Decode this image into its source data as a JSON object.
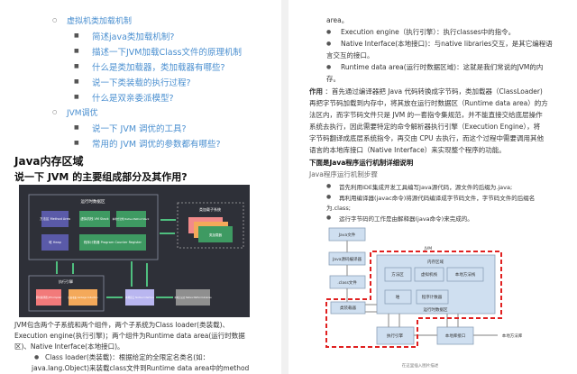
{
  "left": {
    "outline": [
      {
        "label": "虚拟机类加载机制",
        "level": 2
      },
      {
        "label": "简述java类加载机制?",
        "level": 3
      },
      {
        "label": "描述一下JVM加载Class文件的原理机制",
        "level": 3
      },
      {
        "label": "什么是类加载器，类加载器有哪些?",
        "level": 3
      },
      {
        "label": "说一下类装载的执行过程?",
        "level": 3
      },
      {
        "label": "什么是双亲委派模型?",
        "level": 3
      },
      {
        "label": "JVM调优",
        "level": 2
      },
      {
        "label": "说一下 JVM 调优的工具?",
        "level": 3
      },
      {
        "label": "常用的 JVM 调优的参数都有哪些?",
        "level": 3
      }
    ],
    "heading": "Java内存区域",
    "subheading": "说一下 JVM 的主要组成部分及其作用?",
    "diagram": {
      "runtime": "运行时数据区",
      "method": "方法区 Method Area",
      "vmstack": "虚拟机栈 VM Stack",
      "nstack": "本地方法栈 Native Method Stack",
      "heap": "堆 Heap",
      "pc": "程序计数器 Program Counter Register",
      "loader_sub": "类加载子系统",
      "loader": "类加载器",
      "engine": "执行引擎",
      "jit": "即时编译器 JITCompiler",
      "gc": "垃圾收集 Garbage Collection",
      "ni": "本地接口 Native Interface",
      "nl": "本地方法库 Native Method Libraries"
    },
    "para": [
      "JVM包含两个子系统和两个组件，两个子系统为Class loader(类装载)、",
      "Execution engine(执行引擎)；两个组件为Runtime data area(运行时数据",
      "区)、Native Interface(本地接口)。"
    ],
    "bullet1": "Class loader(类装载)：根据给定的全限定名类名(如：",
    "bullet1b": "java.lang.Object)来装载class文件到Runtime data area中的method"
  },
  "right": {
    "cont": "area。",
    "bullets": [
      [
        "Execution engine（执行引擎）：执行classes中的指令。"
      ],
      [
        "Native Interface(本地接口)：与native libraries交互，是其它编程语",
        "言交互的接口。"
      ],
      [
        "Runtime data area(运行时数据区域)：这就是我们常说的JVM的内",
        "存。"
      ]
    ],
    "role_label": "作用",
    "role": [
      " ：首先通过编译器把 Java 代码转换成字节码，类加载器（ClassLoader)",
      "再把字节码加载到内存中，将其放在运行时数据区（Runtime data area）的方",
      "法区内，而字节码文件只是 JVM 的一套指令集规范，并不能直接交给底层操作",
      "系统去执行，因此需要特定的命令解析器执行引擎（Execution Engine），将",
      "字节码翻译成底层系统指令，再交由 CPU 去执行，而这个过程中需要调用其他",
      "语言的本地库接口（Native Interface）来实现整个程序的功能。"
    ],
    "bold_heading": "下面是Java程序运行机制详细说明",
    "steps_title": "Java程序运行机制步骤",
    "steps": [
      [
        "首先利用IDE集成开发工具编写Java源代码，源文件的后缀为.java;"
      ],
      [
        "再利用编译器(javac命令)将源代码编译成字节码文件，字节码文件的后缀名",
        "为.class;"
      ],
      [
        "运行字节码的工作是由解释器(java命令)来完成的。"
      ]
    ],
    "diagram": {
      "java": "Java文件",
      "compiler": "Java源码编译器",
      "cls": ".class文件",
      "loader": "类装载器",
      "jvm": "JVM",
      "mem": "内存区域",
      "method": "方法区",
      "vms": "虚拟机栈",
      "ns": "本地方法栈",
      "heap": "堆",
      "pc": "程序计数器",
      "rt": "运行时数据区",
      "engine": "执行引擎",
      "ni": "本地库接口",
      "nl": "本地方法库"
    },
    "caption": "在这里插入图片描述"
  }
}
